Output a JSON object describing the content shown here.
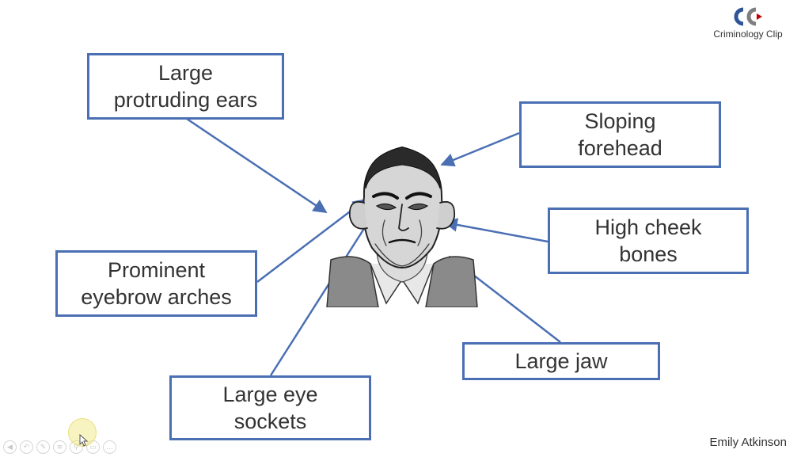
{
  "labels": {
    "ears": "Large\nprotruding ears",
    "forehead": "Sloping\nforehead",
    "cheek": "High cheek\nbones",
    "eyebrow": "Prominent\neyebrow arches",
    "jaw": "Large jaw",
    "eye_sockets": "Large eye\nsockets"
  },
  "branding": {
    "logo_text": "Criminology Clip",
    "author": "Emily Atkinson"
  },
  "colors": {
    "box_border": "#4a6fb3",
    "arrow": "#4a6fb3",
    "text": "#333333"
  },
  "icons": {
    "logo": "criminology-clip-logo",
    "cursor": "mouse-pointer-icon",
    "controls": [
      "prev-icon",
      "back-icon",
      "pen-icon",
      "menu-icon",
      "zoom-icon",
      "slides-icon",
      "more-icon"
    ]
  }
}
